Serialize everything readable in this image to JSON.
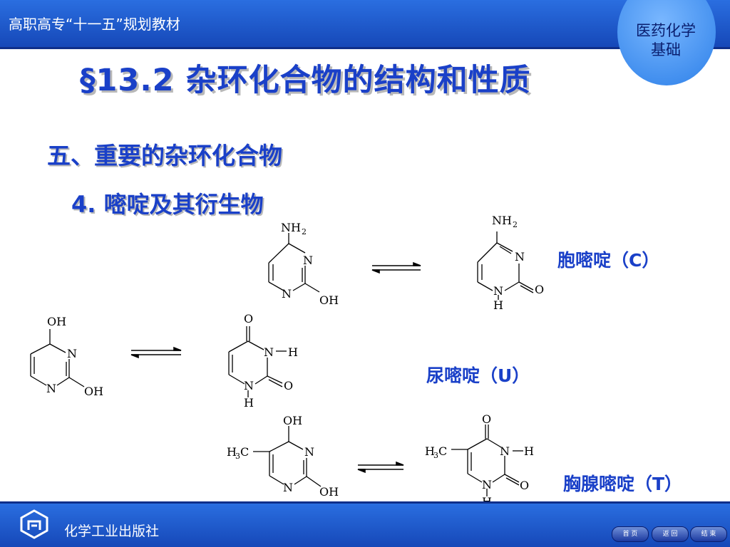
{
  "header": {
    "series": "高职高专“十一五”规划教材",
    "badge_line1": "医药化学",
    "badge_line2": "基础"
  },
  "slide": {
    "title": "§13.2  杂环化合物的结构和性质",
    "section5": "五、重要的杂环化合物",
    "section4": "4. 嘧啶及其衍生物"
  },
  "compounds": [
    {
      "label": "胞嘧啶（C）"
    },
    {
      "label": "尿嘧啶（U）"
    },
    {
      "label": "胸腺嘧啶（T）"
    }
  ],
  "atoms": {
    "N": "N",
    "H": "H",
    "O": "O",
    "OH": "OH",
    "NH": "NH",
    "sub2": "2",
    "H3C_H": "H",
    "H3C_3": "3",
    "H3C_C": "C"
  },
  "footer": {
    "publisher": "化学工业出版社",
    "nav": [
      "首 页",
      "返 回",
      "结 束"
    ]
  }
}
